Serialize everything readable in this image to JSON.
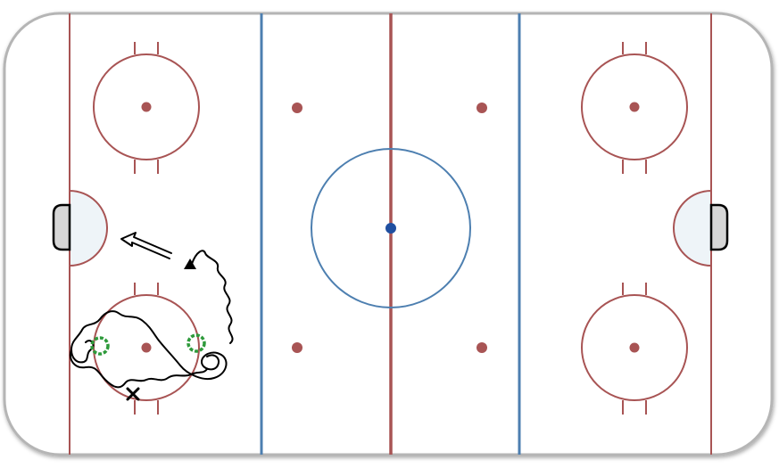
{
  "diagram": {
    "type": "hockey-rink-drill",
    "colors": {
      "board_outline": "#b0b0b0",
      "red_line": "#a85454",
      "blue_line": "#4d7fb0",
      "center_dot": "#1f4fa0",
      "crease_fill": "#eef4f8",
      "net_fill": "#d6d6d6",
      "cone": "#2e9a3b",
      "drill_path": "#000000"
    },
    "elements": {
      "faceoff_circles": [
        "top-left",
        "bottom-left",
        "top-right",
        "bottom-right"
      ],
      "center_circle": true,
      "neutral_zone_dots": 4,
      "goal_creases": [
        "left",
        "right"
      ],
      "cones": 2,
      "start_marker": "x"
    }
  }
}
